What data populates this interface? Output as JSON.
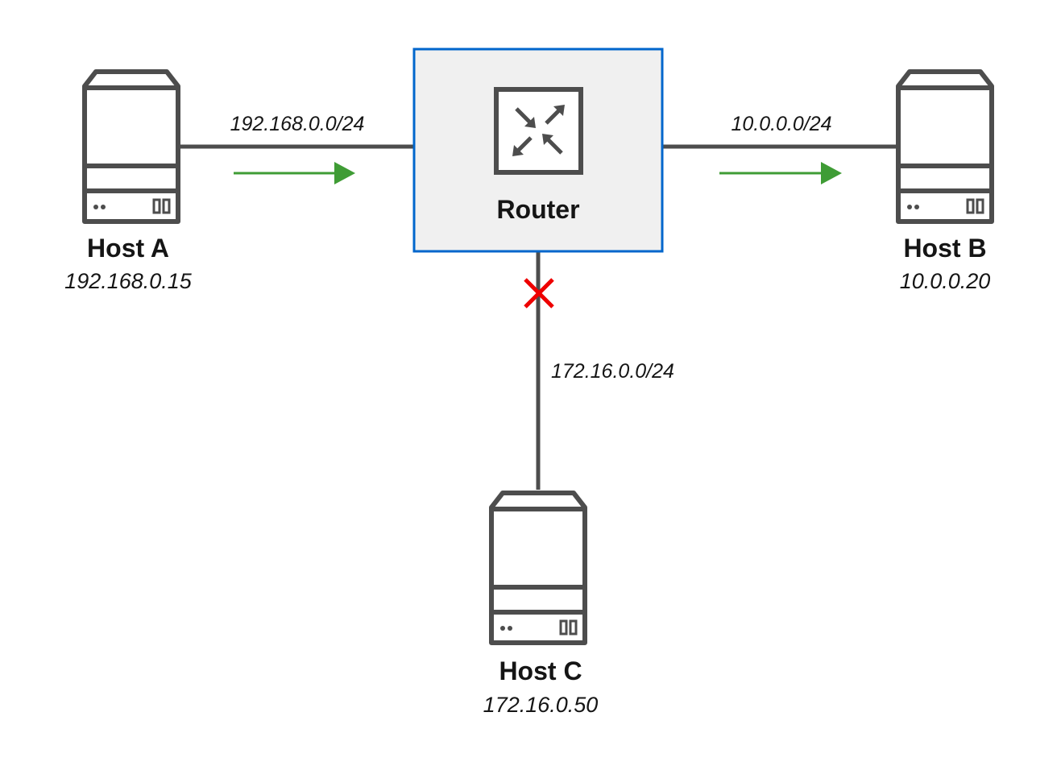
{
  "colors": {
    "link": "#4d4d4d",
    "router_fill": "#f0f0f0",
    "router_border": "#0066cc",
    "traffic_arrow": "#3f9c35",
    "blocked": "#ee0000",
    "device_stroke": "#4d4d4d"
  },
  "router": {
    "label": "Router",
    "icon": "router-icon"
  },
  "hosts": {
    "a": {
      "name": "Host A",
      "ip": "192.168.0.15",
      "icon": "server-icon"
    },
    "b": {
      "name": "Host B",
      "ip": "10.0.0.20",
      "icon": "server-icon"
    },
    "c": {
      "name": "Host C",
      "ip": "172.16.0.50",
      "icon": "server-icon"
    }
  },
  "networks": {
    "a": "192.168.0.0/24",
    "b": "10.0.0.0/24",
    "c": "172.16.0.0/24"
  },
  "traffic": {
    "a_to_router": {
      "direction": "right",
      "icon": "arrow-right-icon"
    },
    "router_to_b": {
      "direction": "right",
      "icon": "arrow-right-icon"
    },
    "router_to_c": {
      "status": "blocked",
      "icon": "blocked-x-icon"
    }
  }
}
